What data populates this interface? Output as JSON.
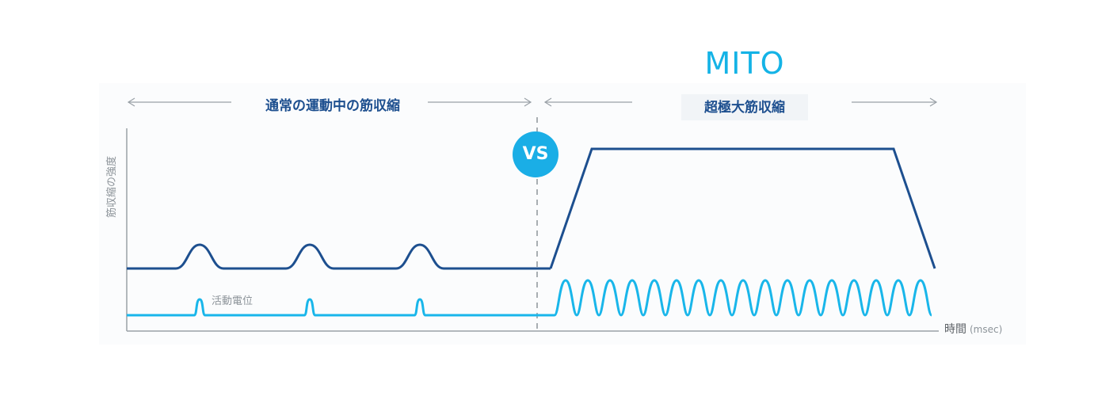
{
  "brand": "MITO",
  "sections": {
    "left_label": "通常の運動中の筋収縮",
    "right_label": "超極大筋収縮",
    "vs_badge": "VS"
  },
  "axes": {
    "ylabel": "筋収縮の強度",
    "xlabel": "時間",
    "xunit": "(msec)"
  },
  "annotation": "活動電位",
  "colors": {
    "contraction_line": "#1d4f8f",
    "potential_line": "#19b6ea",
    "accent": "#14b3e6",
    "axis": "#8c9399"
  },
  "series": {
    "normal_contraction_bumps": 3,
    "normal_potential_spikes": 3,
    "mito_potential_oscillations": 17
  }
}
